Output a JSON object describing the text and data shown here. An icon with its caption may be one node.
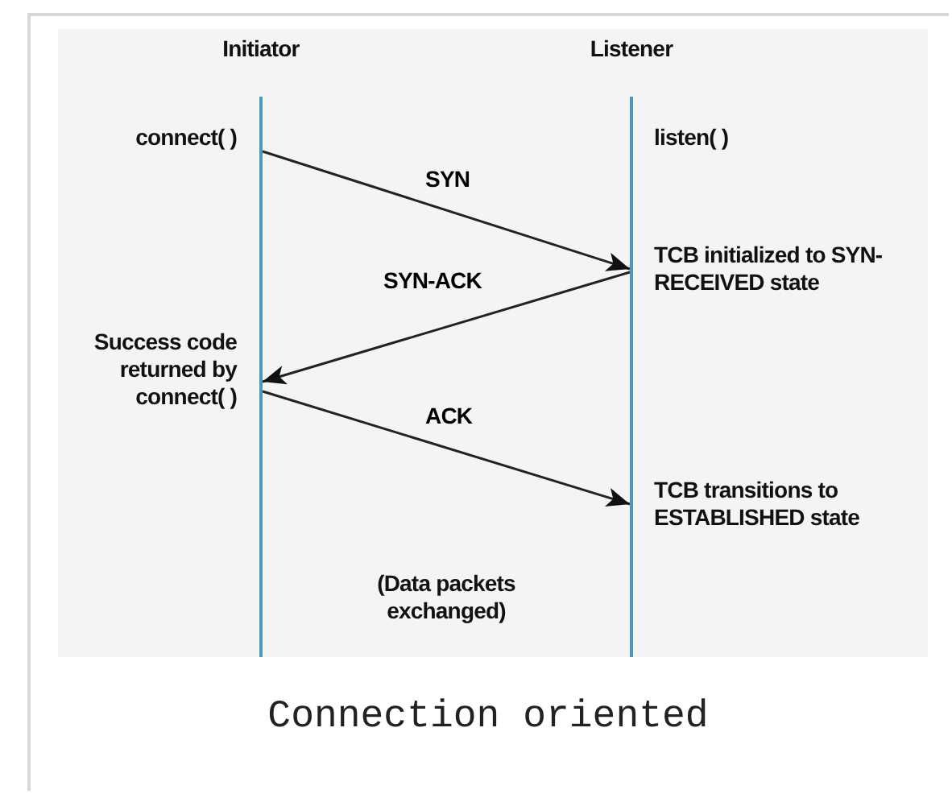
{
  "diagram": {
    "caption": "Connection oriented",
    "nodes": [
      {
        "text": [
          "Initiator"
        ]
      },
      {
        "text": [
          "Listener"
        ]
      }
    ],
    "edges": [
      {
        "from": 0,
        "to": 1,
        "arrow": "to",
        "label": "SYN"
      },
      {
        "from": 1,
        "to": 0,
        "arrow": "to",
        "label": "SYN-ACK"
      },
      {
        "from": 0,
        "to": 1,
        "arrow": "to",
        "label": "ACK"
      }
    ],
    "labels": [
      "connect( )",
      "listen( )",
      "TCB initialized to SYN-RECEIVED state",
      "Success code returned by connect( )",
      "TCB transitions to ESTABLISHED state",
      "(Data packets exchanged)"
    ]
  }
}
